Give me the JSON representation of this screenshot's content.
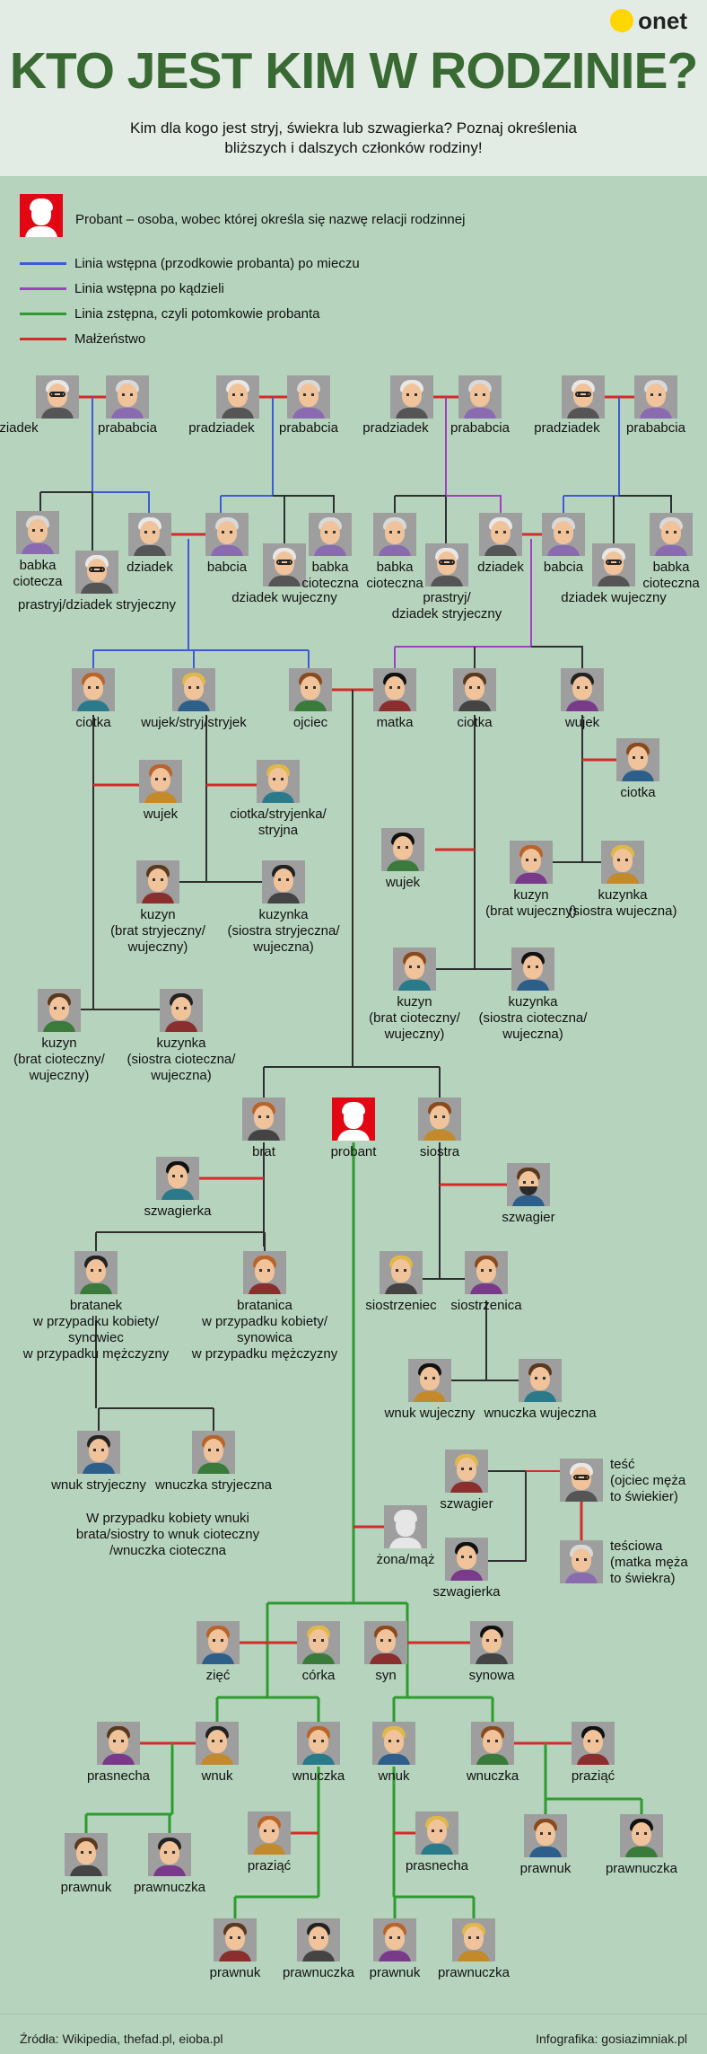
{
  "header": {
    "logo_text": "onet",
    "title": "KTO JEST KIM W RODZINIE?",
    "subtitle": "Kim dla kogo jest stryj, świekra lub szwagierka? Poznaj określenia bliższych i dalszych członków rodziny!"
  },
  "legend": {
    "proband": "Probant – osoba, wobec której określa się nazwę relacji rodzinnej",
    "items": [
      {
        "label": "Linia wstępna (przodkowie probanta) po mieczu",
        "color": "#3d5bd6"
      },
      {
        "label": "Linia wstępna po kądzieli",
        "color": "#a13fc2"
      },
      {
        "label": "Linia zstępna, czyli potomkowie probanta",
        "color": "#2e9b2e"
      },
      {
        "label": "Małżeństwo",
        "color": "#d42a2a"
      }
    ]
  },
  "colors": {
    "background": "#b6d4bd",
    "header_background": "#e3ece4",
    "title": "#3a6a33",
    "tree_line": "#2f2f2f",
    "proband": "#e30613",
    "logo_dot": "#ffd600"
  },
  "people": {
    "gp1_pradziadek": "pradziadek",
    "gp1_prababcia": "prababcia",
    "gp2_pradziadek": "pradziadek",
    "gp2_prababcia": "prababcia",
    "gp3_pradziadek": "pradziadek",
    "gp3_prababcia": "prababcia",
    "gp4_pradziadek": "pradziadek",
    "gp4_prababcia": "prababcia",
    "g2_babka_cioteczna_1": "babka\nciotecza",
    "g2_prastryj_1": "prastryj/dziadek stryjeczny",
    "g2_dziadek_1": "dziadek",
    "g2_babcia_1": "babcia",
    "g2_dziadek_wujeczny_1": "dziadek wujeczny",
    "g2_babka_cioteczna_2": "babka\ncioteczna",
    "g2_babka_cioteczna_3": "babka\ncioteczna",
    "g2_prastryj_2": "prastryj/\ndziadek stryjeczny",
    "g2_dziadek_2": "dziadek",
    "g2_babcia_2": "babcia",
    "g2_dziadek_wujeczny_2": "dziadek wujeczny",
    "g2_babka_cioteczna_4": "babka\ncioteczna",
    "g3_ciotka_1": "ciotka",
    "g3_wujek_stryj": "wujek/stryj/stryjek",
    "g3_ojciec": "ojciec",
    "g3_matka": "matka",
    "g3_ciotka_2": "ciotka",
    "g3_wujek_2": "wujek",
    "g3_wujek_1": "wujek",
    "g3_ciotka_stryjenka": "ciotka/stryjenka/\nstryjna",
    "g3_ciotka_3": "ciotka",
    "g3_wujek_3": "wujek",
    "cousin_kuzyn_1": "kuzyn\n(brat stryjeczny/\nwujeczny)",
    "cousin_kuzynka_1": "kuzynka\n(siostra stryjeczna/\nwujeczna)",
    "cousin_kuzyn_2": "kuzyn\n(brat wujeczny)",
    "cousin_kuzynka_2": "kuzynka\n(siostra wujeczna)",
    "cousin_kuzyn_3": "kuzyn\n(brat cioteczny/\nwujeczny)",
    "cousin_kuzynka_3": "kuzynka\n(siostra cioteczna/\nwujeczna)",
    "cousin_kuzyn_4": "kuzyn\n(brat cioteczny/\nwujeczny)",
    "cousin_kuzynka_4": "kuzynka\n(siostra cioteczna/\nwujeczna)",
    "brat": "brat",
    "probant": "probant",
    "siostra": "siostra",
    "szwagierka_1": "szwagierka",
    "szwagier_1": "szwagier",
    "bratanek": "bratanek\nw przypadku kobiety/\nsynowiec\nw przypadku mężczyzny",
    "bratanica": "bratanica\nw przypadku kobiety/\nsynowica\nw przypadku mężczyzny",
    "siostrzeniec": "siostrzeniec",
    "siostrzenica": "siostrzenica",
    "wnuk_wujeczny": "wnuk wujeczny",
    "wnuczka_wujeczna": "wnuczka wujeczna",
    "wnuk_stryjeczny": "wnuk stryjeczny",
    "wnuczka_stryjeczna": "wnuczka stryjeczna",
    "note_wnuki": "W przypadku kobiety wnuki\nbrata/siostry to wnuk cioteczny\n/wnuczka cioteczna",
    "szwagier_2": "szwagier",
    "zona_maz": "żona/mąż",
    "szwagierka_2": "szwagierka",
    "tesc": "teść\n(ojciec męża\nto świekier)",
    "tesciowa": "teściowa\n(matka męża\nto świekra)",
    "ziec": "zięć",
    "corka": "córka",
    "syn": "syn",
    "synowa": "synowa",
    "prasnecha_1": "prasnecha",
    "wnuk_1": "wnuk",
    "wnuczka_1": "wnuczka",
    "wnuk_2": "wnuk",
    "wnuczka_2": "wnuczka",
    "praziec_2": "praziąć",
    "prawnuk_1": "prawnuk",
    "prawnuczka_1": "prawnuczka",
    "praziec_1": "praziąć",
    "prasnecha_2": "prasnecha",
    "prawnuk_2": "prawnuk",
    "prawnuczka_2": "prawnuczka",
    "prawnuk_3": "prawnuk",
    "prawnuczka_3": "prawnuczka",
    "prawnuk_4": "prawnuk",
    "prawnuczka_4": "prawnuczka"
  },
  "footer": {
    "source": "Źródła: Wikipedia, thefad.pl, eioba.pl",
    "credit": "Infografika: gosiazimniak.pl"
  }
}
